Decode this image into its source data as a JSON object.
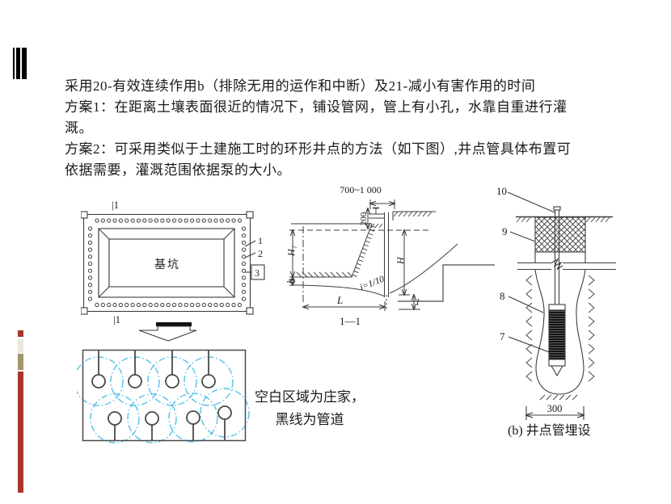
{
  "intro": {
    "lines": [
      "采用20-有效连续作用b（排除无用的运作和中断）及21-减小有害作用的时间",
      "方案1：在距离土壤表面很近的情况下，铺设管网，管上有小孔，水靠自重进行灌",
      "溉。",
      "方案2：可采用类似于土建施工时的环形井点的方法（如下图）,井点管具体布置可",
      "依据需要，灌溉范围依据泵的大小。"
    ]
  },
  "plan_diagram": {
    "section_mark_top": "|1",
    "section_mark_bottom": "|1",
    "pit_label": "基坑",
    "callout_1": "1",
    "callout_2": "2",
    "callout_3": "3"
  },
  "section_diagram": {
    "dim_top": "700~1 000",
    "dim_200": "200",
    "dim_H1": "H₁",
    "dim_h": "h",
    "dim_H": "H",
    "slope_label": "i=1/10",
    "dim_L": "L",
    "dim_l": "l",
    "caption": "1—1"
  },
  "detail_diagram": {
    "callout_10": "10",
    "callout_9": "9",
    "callout_8": "8",
    "callout_7": "7",
    "dim_300": "300",
    "caption": "(b) 井点管埋设"
  },
  "wellfield_diagram": {
    "note_line1": "空白区域为庄家，",
    "note_line2": "黑线为管道",
    "influence_circle_color": "#53c1e9"
  },
  "side_marks": {
    "red_square": "#a63a2a",
    "beige_block": "#ede7da",
    "khaki_block": "#a3966c",
    "long_bar": "#a63629"
  }
}
